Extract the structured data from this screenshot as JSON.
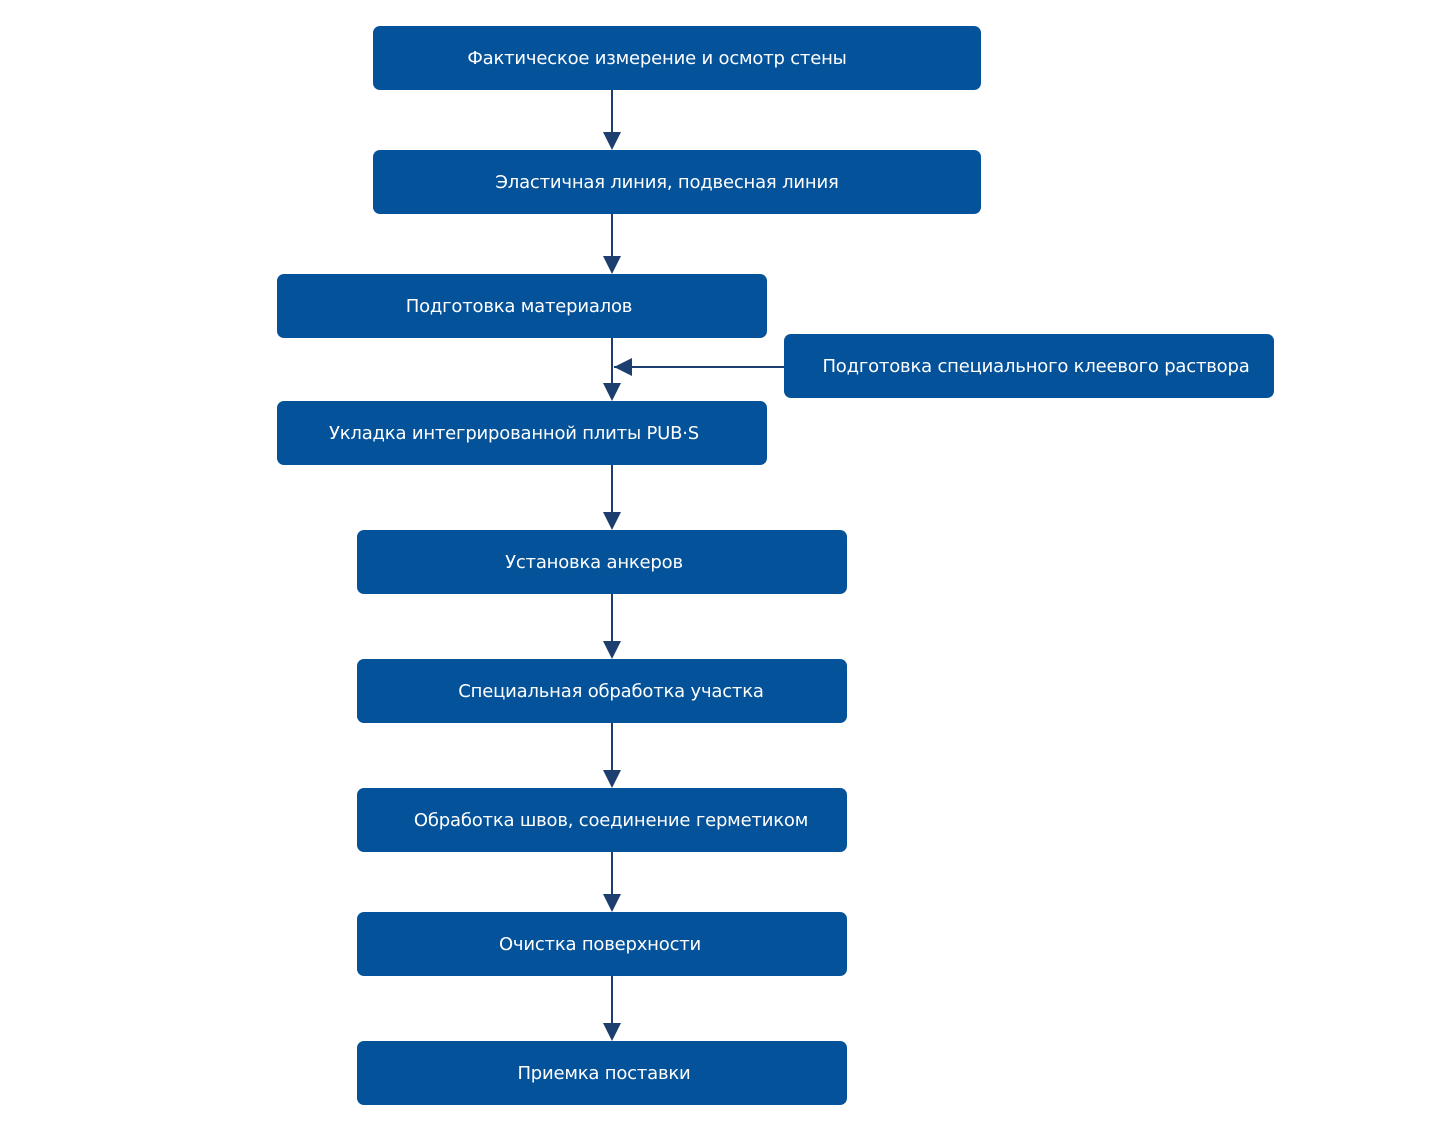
{
  "diagram": {
    "steps": [
      {
        "id": "s1",
        "label": "Фактическое измерение и осмотр стены"
      },
      {
        "id": "s2",
        "label": "Эластичная линия, подвесная линия"
      },
      {
        "id": "s3",
        "label": "Подготовка материалов"
      },
      {
        "id": "s4",
        "label": "Укладка интегрированной плиты PUB·S"
      },
      {
        "id": "s5",
        "label": "Установка анкеров"
      },
      {
        "id": "s6",
        "label": "Специальная обработка участка"
      },
      {
        "id": "s7",
        "label": "Обработка швов, соединение герметиком"
      },
      {
        "id": "s8",
        "label": "Очистка поверхности"
      },
      {
        "id": "s9",
        "label": "Приемка поставки"
      }
    ],
    "side_step": {
      "id": "side",
      "label": "Подготовка специального клеевого раствора"
    },
    "colors": {
      "box_fill": "#04529a",
      "box_text": "#ffffff",
      "arrow": "#1d3f70"
    }
  }
}
